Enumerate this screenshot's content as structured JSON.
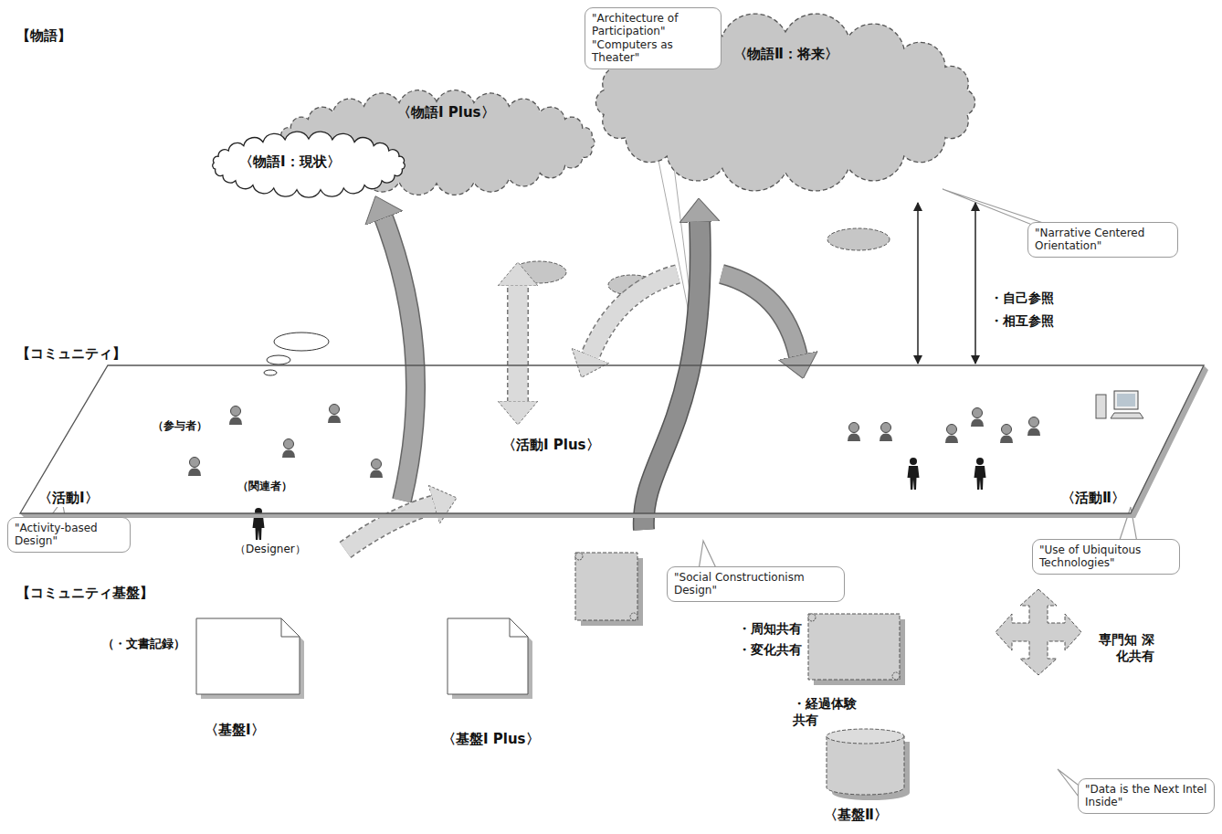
{
  "diagram": {
    "nodes": [
      {
        "text": [
          "\"Architecture of Participation\"",
          "\"Computers as Theater\""
        ]
      },
      {
        "text": [
          "〈物語Ⅱ：将来〉"
        ]
      },
      {
        "text": [
          "〈物語Ⅰ Plus〉"
        ]
      },
      {
        "text": [
          "〈物語Ⅰ：現状〉"
        ]
      },
      {
        "text": [
          "\"Narrative Centered Orientation\""
        ]
      },
      {
        "text": [
          "（参与者）",
          "（関連者）",
          "〈活動Ⅰ〉",
          "〈活動Ⅰ Plus〉",
          "〈活動Ⅱ〉"
        ]
      },
      {
        "text": [
          "\"Activity-based Design\""
        ]
      },
      {
        "text": [
          "\"Use of Ubiquitous Technologies\""
        ]
      },
      {
        "text": [
          "\"Social Constructionism Design\""
        ]
      },
      {
        "text": [
          "\"Data is the Next Intel Inside\""
        ]
      }
    ],
    "edges": [
      {
        "from": 5,
        "to": 1,
        "arrow": "both"
      },
      {
        "from": 5,
        "to": 1,
        "arrow": "both"
      }
    ],
    "labels": [
      "【物語】",
      "【コミュニティ】",
      "【コミュニティ基盤】",
      "・自己参照",
      "・相互参照",
      "（Designer）",
      "（・文書記録）",
      "〈基盤Ⅰ〉",
      "〈基盤Ⅰ Plus〉",
      "・周知共有",
      "・変化共有",
      "・経過体験 共有",
      "専門知 深化共有",
      "〈基盤Ⅱ〉"
    ]
  }
}
